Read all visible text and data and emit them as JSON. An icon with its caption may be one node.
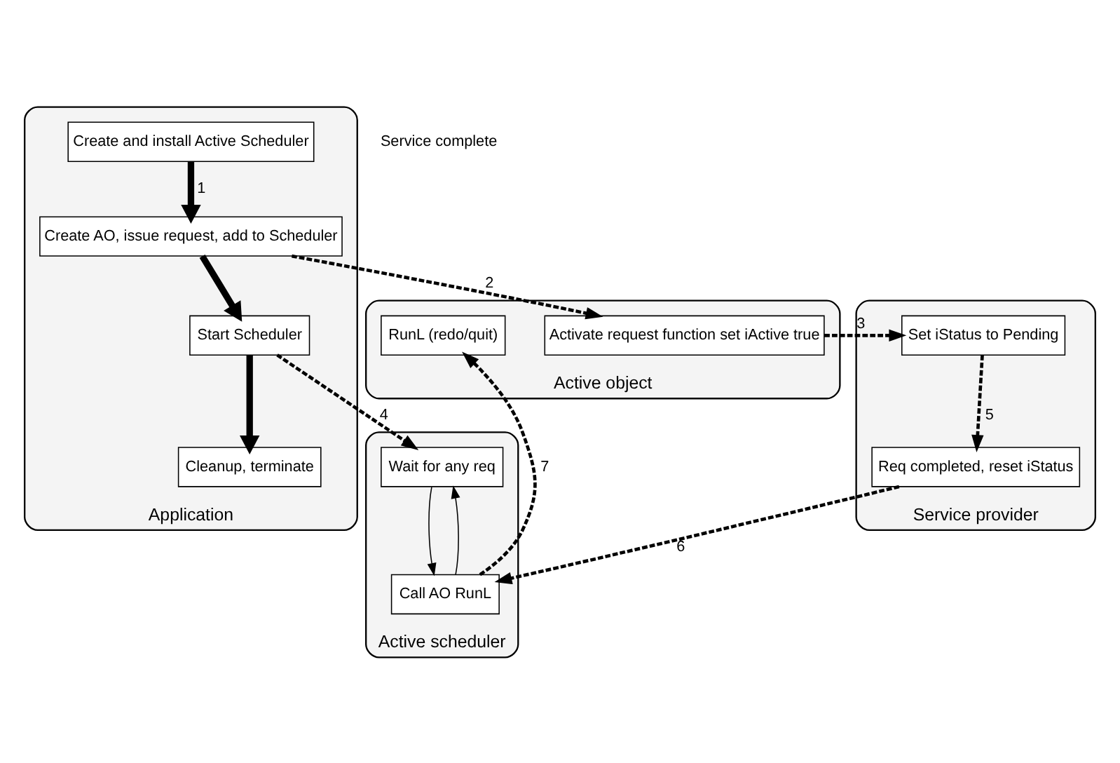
{
  "diagram": {
    "nodes": [
      {
        "text": [
          "Application"
        ]
      },
      {
        "text": [
          "Create and install Active Scheduler"
        ],
        "in": 0
      },
      {
        "text": [
          "Create AO, issue request, add to Scheduler"
        ],
        "in": 0
      },
      {
        "text": [
          "Start Scheduler"
        ],
        "in": 0
      },
      {
        "text": [
          "Cleanup, terminate"
        ],
        "in": 0
      },
      {
        "text": [
          "Active object"
        ]
      },
      {
        "text": [
          "Activate request function set iActive true"
        ],
        "in": 5
      },
      {
        "text": [
          "Service provider"
        ]
      },
      {
        "text": [
          "Set iStatus to Pending"
        ],
        "in": 7
      },
      {
        "text": [
          "Req completed, reset iStatus"
        ],
        "in": 7
      },
      {
        "text": [
          "Active scheduler"
        ]
      },
      {
        "text": [
          "Wait for any req"
        ],
        "in": 10
      },
      {
        "text": [
          "Call AO RunL"
        ],
        "in": 10
      },
      {
        "text": [
          "RunL (redo/quit)"
        ],
        "in": 5
      }
    ],
    "edges": [
      {
        "from": 1,
        "to": 2,
        "arrow": "to",
        "label": "1",
        "style": "thick"
      },
      {
        "from": 2,
        "to": 6,
        "arrow": "to",
        "label": "2",
        "style": "dashed"
      },
      {
        "from": 6,
        "to": 8,
        "arrow": "to",
        "label": "3",
        "style": "dashed"
      },
      {
        "from": 2,
        "to": 3,
        "arrow": "to",
        "style": "thick"
      },
      {
        "from": 3,
        "to": 4,
        "arrow": "to",
        "style": "thick"
      },
      {
        "from": 3,
        "to": 11,
        "arrow": "to",
        "label": "4",
        "style": "dashed"
      },
      {
        "from": 8,
        "to": 9,
        "arrow": "to",
        "label": "5",
        "style": "dashed"
      },
      {
        "from": 11,
        "to": 12,
        "arrow": "to"
      },
      {
        "from": 12,
        "to": 11,
        "arrow": "to"
      },
      {
        "from": 9,
        "to": 12,
        "arrow": "to",
        "label": "6",
        "style": "dashed"
      },
      {
        "from": 12,
        "to": 13,
        "arrow": "to",
        "label": "7",
        "style": "dashed"
      }
    ],
    "labels": [
      "Service complete"
    ]
  }
}
